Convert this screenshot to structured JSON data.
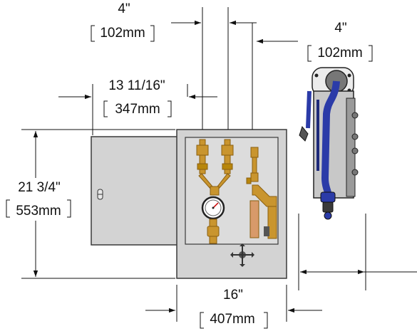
{
  "dimensions": {
    "top_offset_in": "4\"",
    "top_offset_mm": "102mm",
    "right_offset_in": "4\"",
    "right_offset_mm": "102mm",
    "door_width_in": "13 11/16\"",
    "door_width_mm": "347mm",
    "height_in": "21 3/4\"",
    "height_mm": "553mm",
    "width_in": "16\"",
    "width_mm": "407mm"
  },
  "colors": {
    "cabinet": "#d3d3d3",
    "cabinet_edge": "#3a3a3a",
    "brass": "#c9952e",
    "brass_dark": "#8a5f10",
    "copper": "#d89a6a",
    "hose_blue": "#2b3ba8",
    "reel_gray": "#c8c8c8",
    "gauge_face": "#ffffff"
  }
}
